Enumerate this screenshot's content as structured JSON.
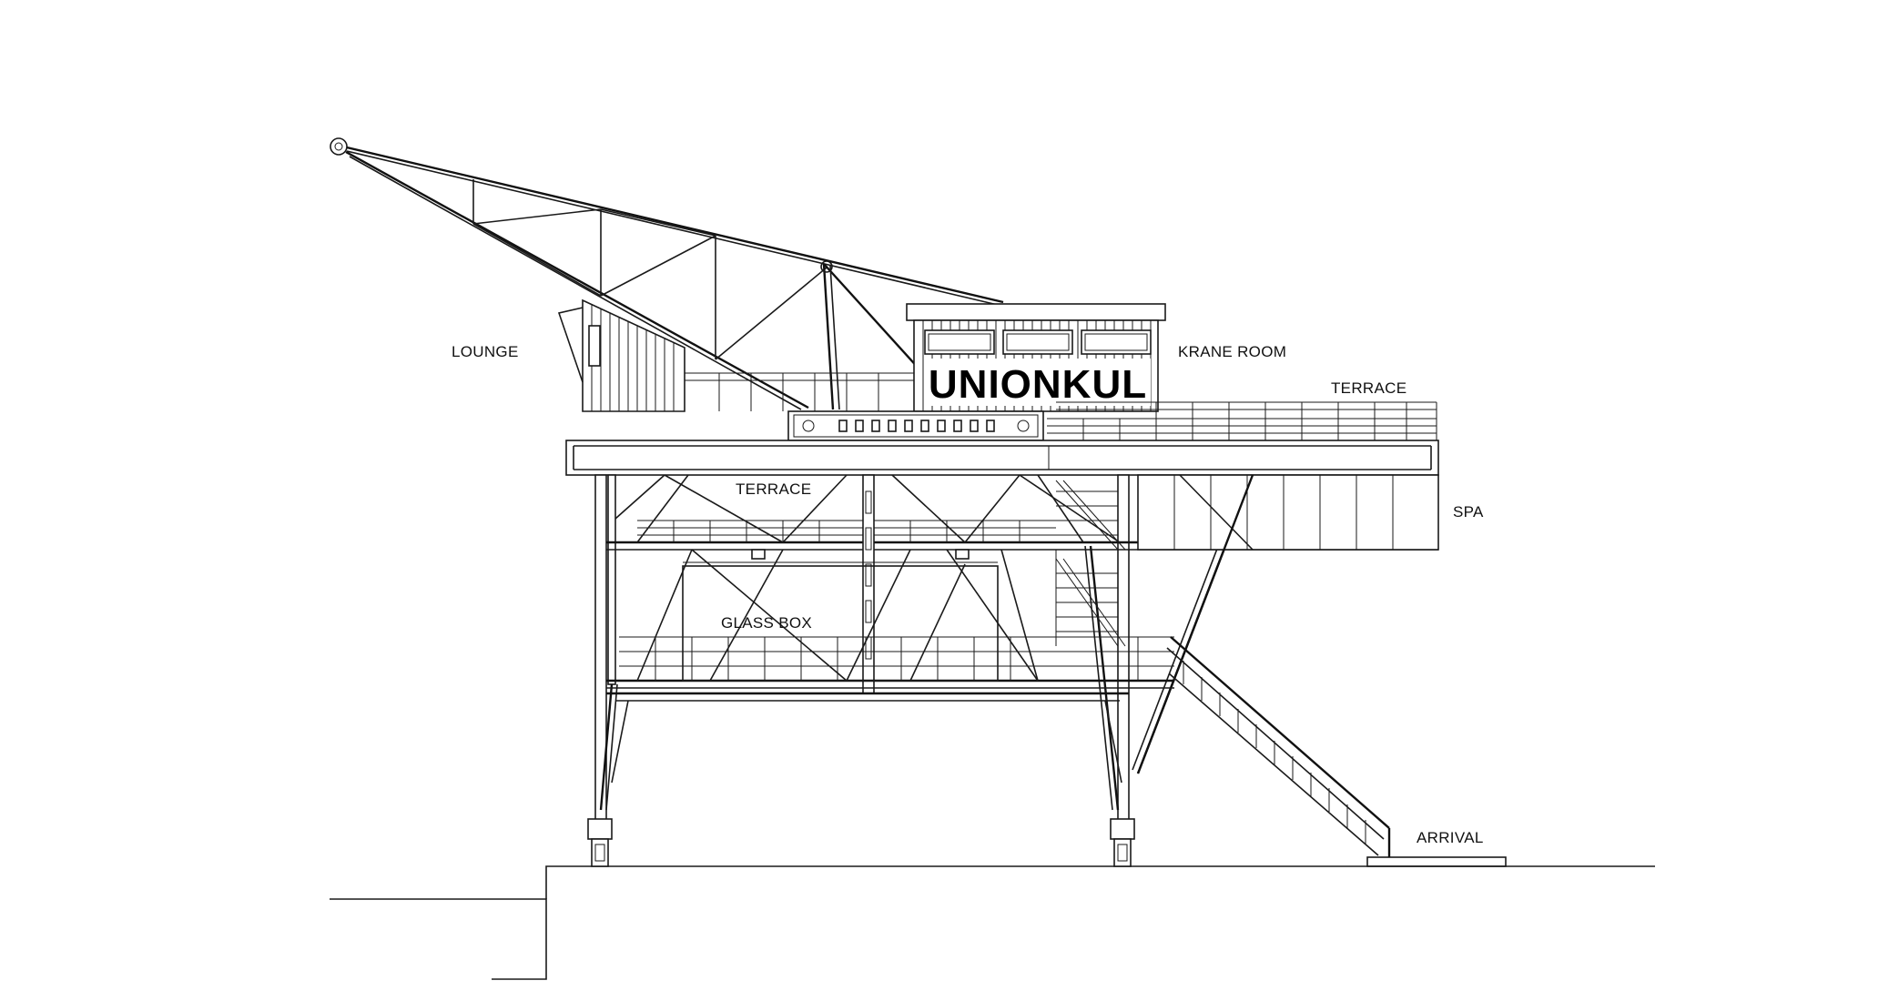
{
  "labels": {
    "lounge": "LOUNGE",
    "krane_room": "KRANE ROOM",
    "terrace_upper": "TERRACE",
    "terrace_middle": "TERRACE",
    "spa": "SPA",
    "glass_box": "GLASS BOX",
    "arrival": "ARRIVAL"
  },
  "brand": {
    "name": "UNIONKUL"
  },
  "colors": {
    "line": "#1a1a1a",
    "background": "#ffffff"
  }
}
